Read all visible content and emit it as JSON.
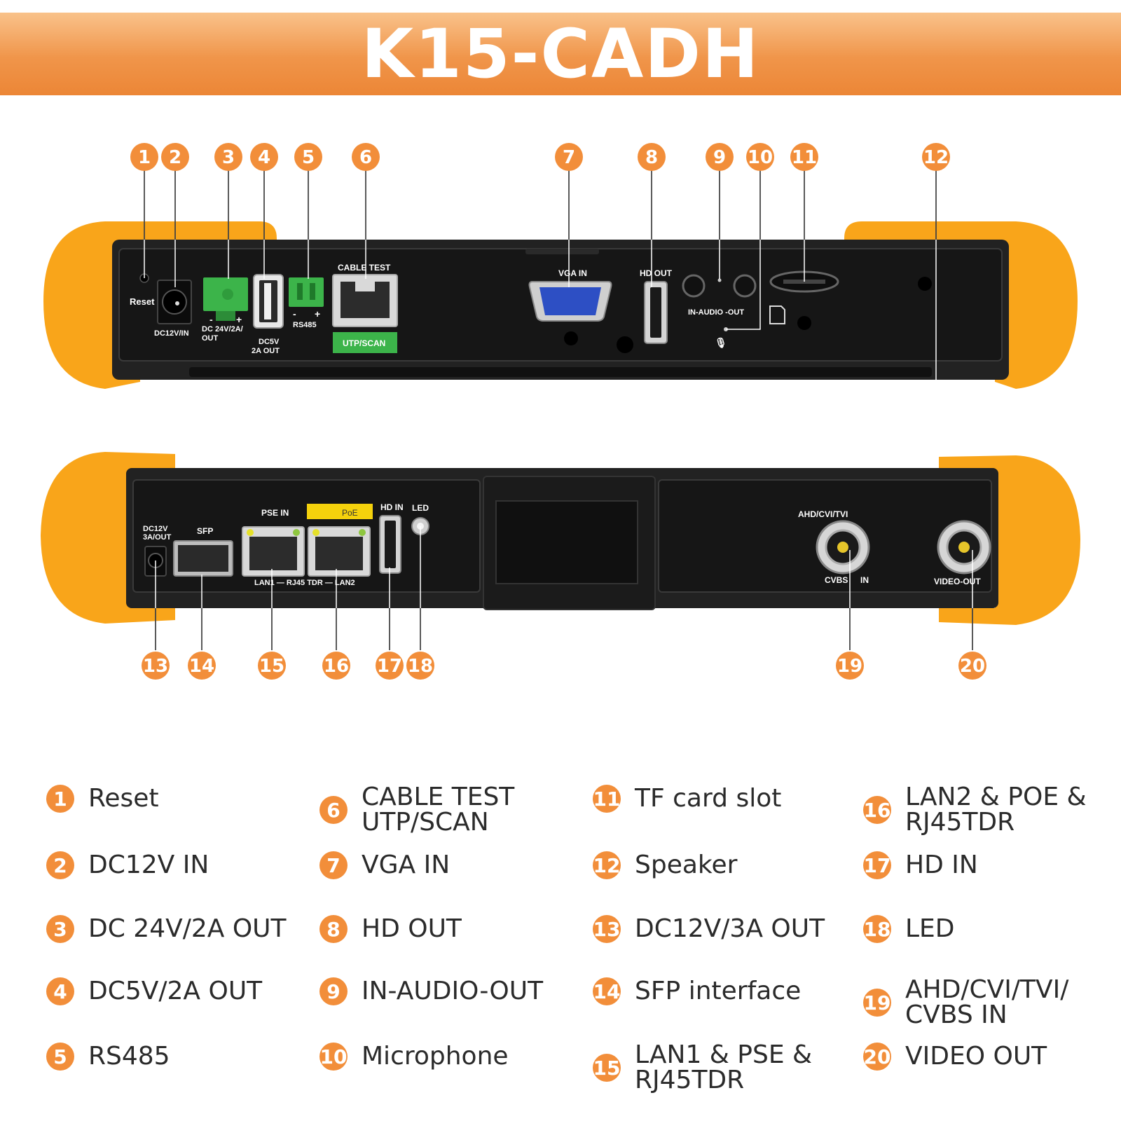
{
  "title": "K15-CADH",
  "colors": {
    "accent": "#f28e3a",
    "bumper": "#f9a51a",
    "body": "#1f1f1f",
    "terminal_green": "#3cb44a",
    "vga_blue": "#2d4fc4",
    "poe_yellow": "#f5d20c"
  },
  "top_panel": {
    "reset": "Reset",
    "dc12v_in": "DC12V/IN",
    "dc24v_out_1": "DC 24V/2A/",
    "dc24v_out_2": "OUT",
    "terminal_minus": "-",
    "terminal_plus": "+",
    "dc5v_1": "DC5V",
    "dc5v_2": "2A OUT",
    "rs485": "RS485",
    "cable_test": "CABLE TEST",
    "utp_scan": "UTP/SCAN",
    "vga_in": "VGA IN",
    "hd_out": "HD OUT",
    "in_audio_out": "IN-AUDIO -OUT",
    "mic_symbol": "🎙"
  },
  "bottom_panel": {
    "dc12v_1": "DC12V",
    "dc12v_2": "3A/OUT",
    "sfp": "SFP",
    "pse_in": "PSE IN",
    "poe": "PoE",
    "hd_in": "HD IN",
    "led": "LED",
    "lan_label": "LAN1 — RJ45 TDR — LAN2",
    "ahd": "AHD/CVI/TVI",
    "cvbs": "CVBS",
    "in": "IN",
    "video_out": "VIDEO-OUT"
  },
  "callouts_top": [
    "1",
    "2",
    "3",
    "4",
    "5",
    "6",
    "7",
    "8",
    "9",
    "10",
    "11",
    "12"
  ],
  "callouts_bottom": [
    "13",
    "14",
    "15",
    "16",
    "17",
    "18",
    "19",
    "20"
  ],
  "legend": [
    {
      "num": "1",
      "label": "Reset"
    },
    {
      "num": "2",
      "label": "DC12V IN"
    },
    {
      "num": "3",
      "label": "DC 24V/2A OUT"
    },
    {
      "num": "4",
      "label": "DC5V/2A OUT"
    },
    {
      "num": "5",
      "label": "RS485"
    },
    {
      "num": "6",
      "label": "CABLE TEST\nUTP/SCAN"
    },
    {
      "num": "7",
      "label": "VGA IN"
    },
    {
      "num": "8",
      "label": "HD OUT"
    },
    {
      "num": "9",
      "label": "IN-AUDIO-OUT"
    },
    {
      "num": "10",
      "label": "Microphone"
    },
    {
      "num": "11",
      "label": "TF card slot"
    },
    {
      "num": "12",
      "label": "Speaker"
    },
    {
      "num": "13",
      "label": "DC12V/3A OUT"
    },
    {
      "num": "14",
      "label": "SFP interface"
    },
    {
      "num": "15",
      "label": "LAN1 & PSE &\nRJ45TDR"
    },
    {
      "num": "16",
      "label": "LAN2 & POE &\nRJ45TDR"
    },
    {
      "num": "17",
      "label": "HD IN"
    },
    {
      "num": "18",
      "label": "LED"
    },
    {
      "num": "19",
      "label": "AHD/CVI/TVI/\nCVBS IN"
    },
    {
      "num": "20",
      "label": "VIDEO OUT"
    }
  ]
}
